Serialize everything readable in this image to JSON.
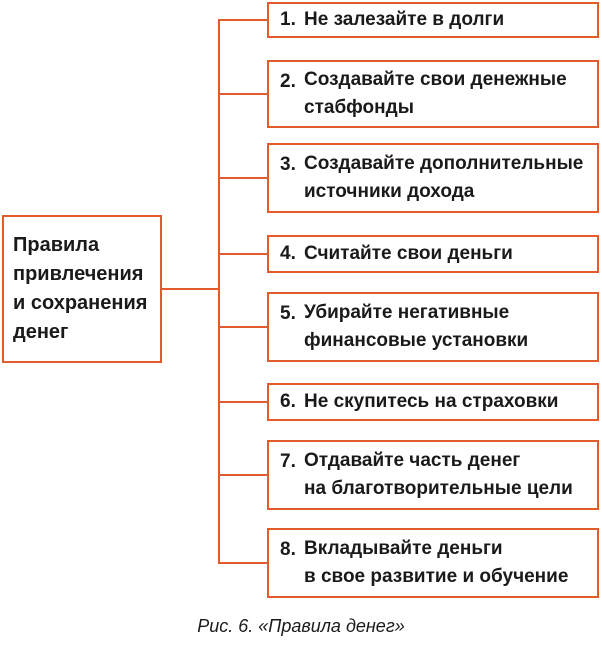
{
  "diagram": {
    "title_box": {
      "text": "Правила\nпривлечения\nи сохранения\nденег"
    },
    "rules": [
      {
        "number": "1.",
        "text": "Не залезайте в долги"
      },
      {
        "number": "2.",
        "text": "Создавайте свои денежные\nстабфонды"
      },
      {
        "number": "3.",
        "text": "Создавайте дополнительные\nисточники дохода"
      },
      {
        "number": "4.",
        "text": "Считайте свои деньги"
      },
      {
        "number": "5.",
        "text": "Убирайте негативные\nфинансовые установки"
      },
      {
        "number": "6.",
        "text": "Не скупитесь на страховки"
      },
      {
        "number": "7.",
        "text": "Отдавайте часть денег\nна благотворительные цели"
      },
      {
        "number": "8.",
        "text": "Вкладывайте деньги\nв свое развитие и обучение"
      }
    ],
    "caption": "Рис. 6. «Правила денег»",
    "colors": {
      "accent": "#e25b2d",
      "text": "#1a1a1a",
      "background": "#ffffff",
      "box_fill": "#ffffff"
    }
  }
}
